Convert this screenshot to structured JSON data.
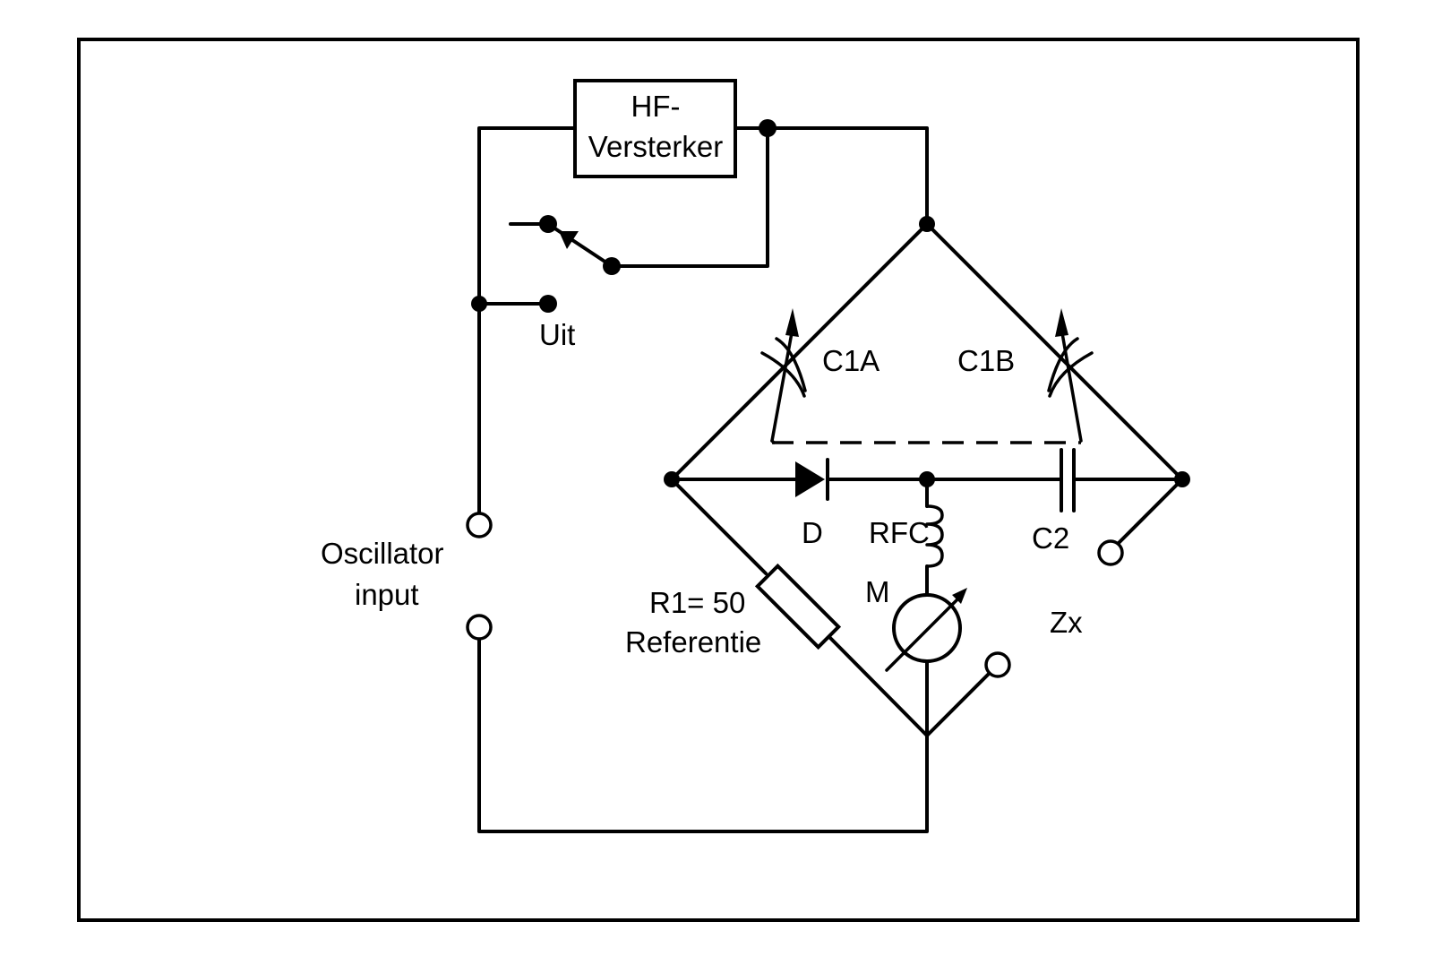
{
  "labels": {
    "amplifier_line1": "HF-",
    "amplifier_line2": "Versterker",
    "output": "Uit",
    "input_line1": "Oscillator",
    "input_line2": "input",
    "c1a": "C1A",
    "c1b": "C1B",
    "diode": "D",
    "rfc": "RFC",
    "c2": "C2",
    "resistor_line1": "R1= 50",
    "resistor_line2": "Referentie",
    "meter": "M",
    "unknown": "Zx"
  }
}
